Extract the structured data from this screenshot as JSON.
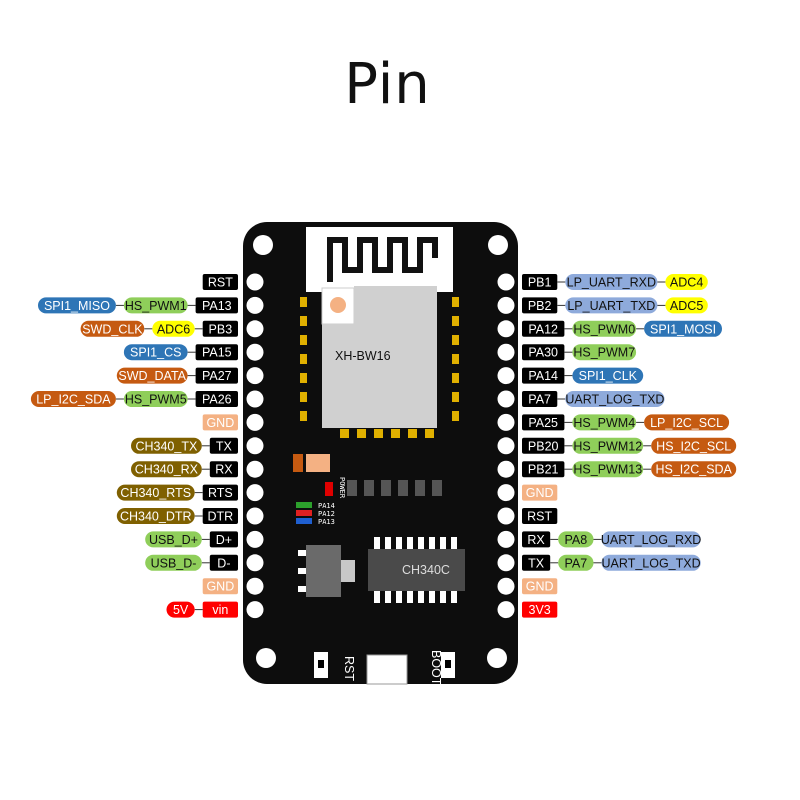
{
  "title": "Pin",
  "colors": {
    "board": "#0d0d0d",
    "green": "#8fce5a",
    "blue": "#2e75b6",
    "orange": "#c55a11",
    "yellow": "#ffff00",
    "light_blue": "#8eaadb",
    "olive": "#7f6000",
    "peach": "#f4b183",
    "red": "#ff0000",
    "black": "#000000"
  },
  "board": {
    "module_name": "XH-BW16",
    "chip_name": "CH340C",
    "power_label": "POWER",
    "led_labels": [
      "PA14",
      "PA12",
      "PA13"
    ],
    "rst_label": "RST",
    "boot_label": "BOOT"
  },
  "left_pins": [
    {
      "pin": "RST",
      "pin_color": "black",
      "funcs": []
    },
    {
      "pin": "PA13",
      "pin_color": "black",
      "funcs": [
        {
          "text": "HS_PWM1",
          "color": "green"
        },
        {
          "text": "SPI1_MISO",
          "color": "blue"
        }
      ]
    },
    {
      "pin": "PB3",
      "pin_color": "black",
      "funcs": [
        {
          "text": "ADC6",
          "color": "yellow"
        },
        {
          "text": "SWD_CLK",
          "color": "orange"
        }
      ]
    },
    {
      "pin": "PA15",
      "pin_color": "black",
      "funcs": [
        {
          "text": "SPI1_CS",
          "color": "blue"
        }
      ]
    },
    {
      "pin": "PA27",
      "pin_color": "black",
      "funcs": [
        {
          "text": "SWD_DATA",
          "color": "orange"
        }
      ]
    },
    {
      "pin": "PA26",
      "pin_color": "black",
      "funcs": [
        {
          "text": "HS_PWM5",
          "color": "green"
        },
        {
          "text": "LP_I2C_SDA",
          "color": "orange"
        }
      ]
    },
    {
      "pin": "GND",
      "pin_color": "peach",
      "funcs": []
    },
    {
      "pin": "TX",
      "pin_color": "black",
      "funcs": [
        {
          "text": "CH340_TX",
          "color": "olive"
        }
      ]
    },
    {
      "pin": "RX",
      "pin_color": "black",
      "funcs": [
        {
          "text": "CH340_RX",
          "color": "olive"
        }
      ]
    },
    {
      "pin": "RTS",
      "pin_color": "black",
      "funcs": [
        {
          "text": "CH340_RTS",
          "color": "olive"
        }
      ]
    },
    {
      "pin": "DTR",
      "pin_color": "black",
      "funcs": [
        {
          "text": "CH340_DTR",
          "color": "olive"
        }
      ]
    },
    {
      "pin": "D+",
      "pin_color": "black",
      "funcs": [
        {
          "text": "USB_D+",
          "color": "green"
        }
      ]
    },
    {
      "pin": "D-",
      "pin_color": "black",
      "funcs": [
        {
          "text": "USB_D-",
          "color": "green"
        }
      ]
    },
    {
      "pin": "GND",
      "pin_color": "peach",
      "funcs": []
    },
    {
      "pin": "vin",
      "pin_color": "red",
      "funcs": [
        {
          "text": "5V",
          "color": "red"
        }
      ]
    }
  ],
  "right_pins": [
    {
      "pin": "PB1",
      "pin_color": "black",
      "funcs": [
        {
          "text": "LP_UART_RXD",
          "color": "light_blue"
        },
        {
          "text": "ADC4",
          "color": "yellow"
        }
      ]
    },
    {
      "pin": "PB2",
      "pin_color": "black",
      "funcs": [
        {
          "text": "LP_UART_TXD",
          "color": "light_blue"
        },
        {
          "text": "ADC5",
          "color": "yellow"
        }
      ]
    },
    {
      "pin": "PA12",
      "pin_color": "black",
      "funcs": [
        {
          "text": "HS_PWM0",
          "color": "green"
        },
        {
          "text": "SPI1_MOSI",
          "color": "blue"
        }
      ]
    },
    {
      "pin": "PA30",
      "pin_color": "black",
      "funcs": [
        {
          "text": "HS_PWM7",
          "color": "green"
        }
      ]
    },
    {
      "pin": "PA14",
      "pin_color": "black",
      "funcs": [
        {
          "text": "SPI1_CLK",
          "color": "blue"
        }
      ]
    },
    {
      "pin": "PA7",
      "pin_color": "black",
      "funcs": [
        {
          "text": "UART_LOG_TXD",
          "color": "light_blue"
        }
      ]
    },
    {
      "pin": "PA25",
      "pin_color": "black",
      "funcs": [
        {
          "text": "HS_PWM4",
          "color": "green"
        },
        {
          "text": "LP_I2C_SCL",
          "color": "orange"
        }
      ]
    },
    {
      "pin": "PB20",
      "pin_color": "black",
      "funcs": [
        {
          "text": "HS_PWM12",
          "color": "green"
        },
        {
          "text": "HS_I2C_SCL",
          "color": "orange"
        }
      ]
    },
    {
      "pin": "PB21",
      "pin_color": "black",
      "funcs": [
        {
          "text": "HS_PWM13",
          "color": "green"
        },
        {
          "text": "HS_I2C_SDA",
          "color": "orange"
        }
      ]
    },
    {
      "pin": "GND",
      "pin_color": "peach",
      "funcs": []
    },
    {
      "pin": "RST",
      "pin_color": "black",
      "funcs": []
    },
    {
      "pin": "RX",
      "pin_color": "black",
      "funcs": [
        {
          "text": "PA8",
          "color": "green"
        },
        {
          "text": "UART_LOG_RXD",
          "color": "light_blue"
        }
      ]
    },
    {
      "pin": "TX",
      "pin_color": "black",
      "funcs": [
        {
          "text": "PA7",
          "color": "green"
        },
        {
          "text": "UART_LOG_TXD",
          "color": "light_blue"
        }
      ]
    },
    {
      "pin": "GND",
      "pin_color": "peach",
      "funcs": []
    },
    {
      "pin": "3V3",
      "pin_color": "red",
      "funcs": []
    }
  ]
}
